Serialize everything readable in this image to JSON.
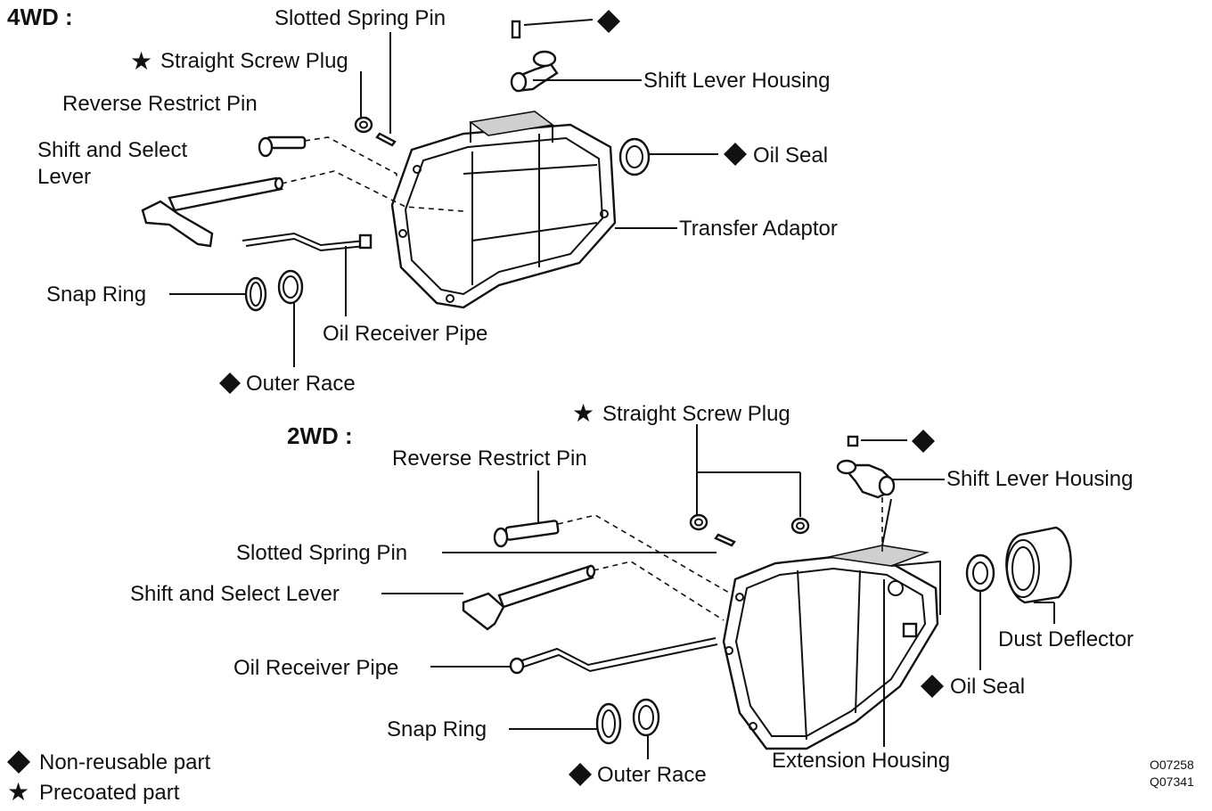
{
  "sections": {
    "four_wd": "4WD :",
    "two_wd": "2WD :"
  },
  "four_wd": {
    "slotted_spring_pin": "Slotted Spring Pin",
    "straight_screw_plug": "Straight Screw Plug",
    "reverse_restrict_pin": "Reverse Restrict Pin",
    "shift_select_lever_line1": "Shift and Select",
    "shift_select_lever_line2": "Lever",
    "snap_ring": "Snap Ring",
    "oil_receiver_pipe": "Oil Receiver Pipe",
    "outer_race": "Outer Race",
    "shift_lever_housing": "Shift Lever Housing",
    "oil_seal": "Oil Seal",
    "transfer_adaptor": "Transfer Adaptor"
  },
  "two_wd": {
    "straight_screw_plug": "Straight Screw Plug",
    "reverse_restrict_pin": "Reverse Restrict Pin",
    "slotted_spring_pin": "Slotted Spring Pin",
    "shift_select_lever": "Shift and Select Lever",
    "oil_receiver_pipe": "Oil Receiver Pipe",
    "snap_ring": "Snap Ring",
    "outer_race": "Outer Race",
    "shift_lever_housing": "Shift Lever Housing",
    "dust_deflector": "Dust Deflector",
    "oil_seal": "Oil Seal",
    "extension_housing": "Extension Housing"
  },
  "legend": {
    "non_reusable": "Non-reusable part",
    "precoated": "Precoated part"
  },
  "codes": {
    "code1": "O07258",
    "code2": "Q07341"
  }
}
